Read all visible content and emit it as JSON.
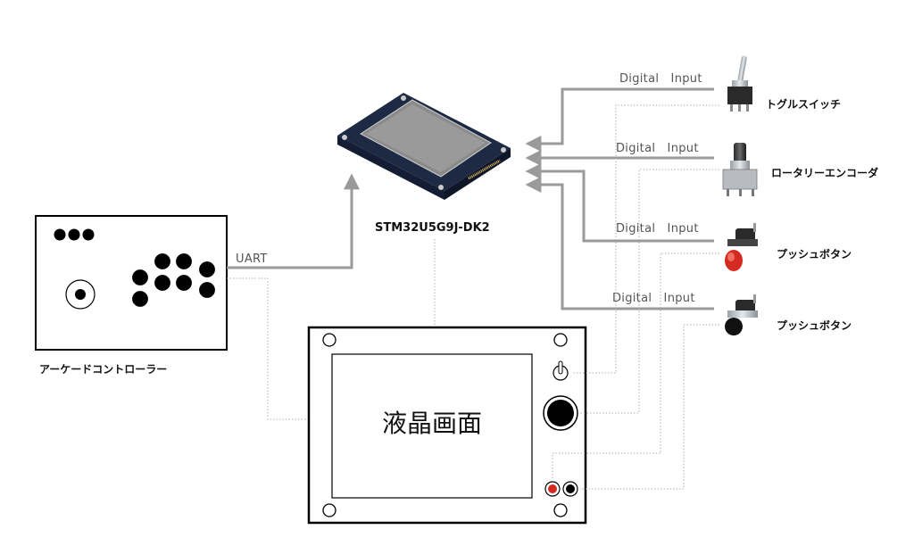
{
  "board": {
    "name": "STM32U5G9J-DK2"
  },
  "controller": {
    "label": "アーケードコントローラー",
    "link_label": "UART"
  },
  "lcd": {
    "label": "液晶画面"
  },
  "devices": [
    {
      "label": "トグルスイッチ",
      "link_label": "Digital　Input",
      "icon": "toggle-switch-icon"
    },
    {
      "label": "ロータリーエンコーダ",
      "link_label": "Digital　Input",
      "icon": "rotary-encoder-icon"
    },
    {
      "label": "プッシュボタン",
      "link_label": "Digital　Input",
      "icon": "push-button-red-icon"
    },
    {
      "label": "プッシュボタン",
      "link_label": "Digital　Input",
      "icon": "push-button-black-icon"
    }
  ],
  "colors": {
    "arrow": "#9a9a9a",
    "dotted": "#b0b0b0",
    "board_pcb": "#1e2a44",
    "screen": "#8a8a8a",
    "red_button": "#d42a22"
  }
}
